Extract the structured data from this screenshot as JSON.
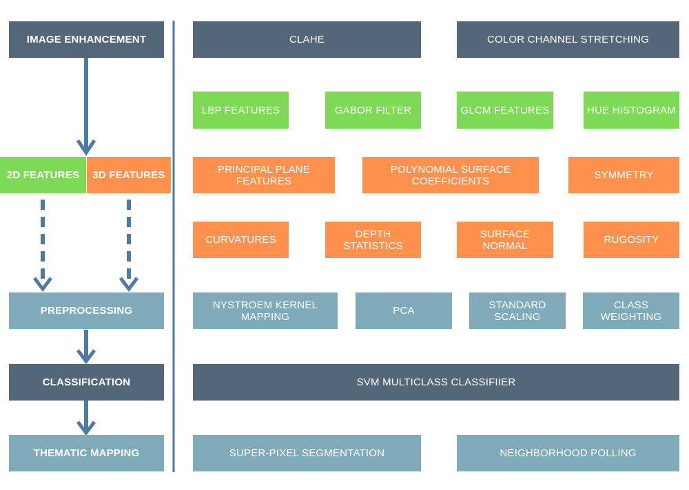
{
  "left": {
    "image_enhancement": "IMAGE ENHANCEMENT",
    "features_2d": "2D FEATURES",
    "features_3d": "3D FEATURES",
    "preprocessing": "PREPROCESSING",
    "classification": "CLASSIFICATION",
    "thematic_mapping": "THEMATIC MAPPING"
  },
  "right": {
    "enhancement": [
      "CLAHE",
      "COLOR CHANNEL STRETCHING"
    ],
    "features_2d": [
      "LBP FEATURES",
      "GABOR FILTER",
      "GLCM FEATURES",
      "HUE HISTOGRAM"
    ],
    "features_3d_row1": [
      "PRINCIPAL PLANE FEATURES",
      "POLYNOMIAL SURFACE COEFFICIENTS",
      "SYMMETRY"
    ],
    "features_3d_row2": [
      "CURVATURES",
      "DEPTH STATISTICS",
      "SURFACE NORMAL",
      "RUGOSITY"
    ],
    "preprocessing": [
      "NYSTROEM KERNEL MAPPING",
      "PCA",
      "STANDARD SCALING",
      "CLASS WEIGHTING"
    ],
    "classification": [
      "SVM MULTICLASS CLASSIFIIER"
    ],
    "mapping": [
      "SUPER-PIXEL SEGMENTATION",
      "NEIGHBORHOOD POLLING"
    ]
  },
  "colors": {
    "dark": "#546778",
    "light": "#7eaab9",
    "green": "#7ed957",
    "orange": "#ff914d",
    "arrow": "#4a7aa5"
  }
}
